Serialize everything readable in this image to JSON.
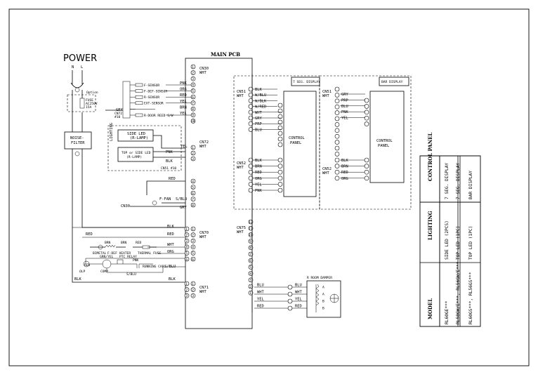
{
  "power": {
    "title": "POWER",
    "n": "N",
    "l": "L",
    "fuse_option": "Option",
    "fuse_label": "FUSE\nAC250V\n15A"
  },
  "noise_filter": "NOISE-\nFILTER",
  "main_pcb": "MAIN PCB",
  "connectors": {
    "cn30": "CN30\nWHT",
    "cn30_ext": "CN30",
    "cn72": "CN72\nWHT",
    "cn72_small": "CN72\n#10",
    "cn51_small": "CN51 #10",
    "cn70": "CN70\nWHT",
    "cn71": "CN71\nWHT",
    "cn75": "CN75\nWHT",
    "cn51_7seg": "CN51\nWHT",
    "cn52_7seg": "CN52\nWHT",
    "cn51_bar": "CN51\nWHT",
    "cn52_bar": "CN52\nWHT"
  },
  "sensors": [
    {
      "wire": "PNK",
      "label": "F-SENSOR"
    },
    {
      "wire": "ORG",
      "label": "F-DEF-SENSOR"
    },
    {
      "wire": "RED",
      "label": "R-SENSOR"
    },
    {
      "wire": "YEL",
      "label": "EXT-SENSOR"
    },
    {
      "wire": "BRN",
      "label": ""
    },
    {
      "wire": "YEL",
      "label": "R-DOOR REED S/W"
    }
  ],
  "gry": "GRY",
  "lighting": {
    "title": "LIGHTING",
    "side_led": "SIDE LED\n(R-LAMP)",
    "top_side_led": "TOP or SIDE LED\n(R-LAMP)",
    "yel": "YEL",
    "pnk": "PNK",
    "blk": "BLK"
  },
  "fan": {
    "red": "RED",
    "label": "F-FAN",
    "s_blu": "S/BLU",
    "gry": "GRY"
  },
  "cn70_wires": [
    "BLK",
    "RED",
    "WHT",
    "ORG",
    "S/BLU"
  ],
  "cn71_wire": "BLK",
  "load_labels": {
    "bimetal": "BIMETAL",
    "heater": "F-DEF HEATER",
    "thermal": "THERMAL FUSE",
    "brn": "BRN",
    "red": "RED",
    "grn_yel": "GRN/YEL",
    "pnk": "PNK",
    "ptc": "PTC RELAY",
    "olp": "OLP",
    "comp": "COMP",
    "running_cap": "RUNNING CAP.",
    "s_blu": "S/BLU"
  },
  "pins": {
    "cn30": [
      "1",
      "2",
      "3",
      "4",
      "5",
      "6",
      "7",
      "8",
      "9",
      "10"
    ],
    "cn72": [
      "1",
      "2",
      "3"
    ],
    "cn72_ext": [
      "4",
      "5",
      "6",
      "7",
      "8"
    ],
    "cn70": [
      "1",
      "2",
      "3",
      "4",
      "5",
      "6"
    ],
    "cn71": [
      "1",
      "2",
      "3"
    ],
    "cn75": [
      "12",
      "11",
      "10",
      "9",
      "8",
      "7",
      "6",
      "5",
      "4",
      "3",
      "2",
      "1"
    ]
  },
  "seg7": {
    "title": "7 SEG. DISPLAY",
    "cn51_wires": [
      "BLK",
      "W/BLU",
      "W/BLK",
      "W/RED",
      "WHT",
      "GRY",
      "PRP",
      "BLU"
    ],
    "cn52_wires": [
      "BLK",
      "BRN",
      "RED",
      "ORG",
      "YEL",
      "PNK"
    ],
    "panel": "CONTROL\nPANEL"
  },
  "bar": {
    "title": "BAR DISPLAY",
    "cn51_wires": [
      "GRY",
      "PRP",
      "BLU",
      "PNK",
      "YEL"
    ],
    "cn52_wires": [
      "BLK",
      "BRN",
      "RED",
      "ORG"
    ],
    "panel": "CONTROL\nPANEL"
  },
  "damper": {
    "title": "R ROOM DAMPER",
    "wires": [
      "BLU",
      "WHT",
      "YEL",
      "RED"
    ],
    "labels": [
      "A",
      "A",
      "B",
      "B"
    ]
  },
  "table": {
    "headers": [
      "MODEL",
      "LIGHTING",
      "CONTROL PANEL"
    ],
    "rows": [
      [
        "RL60GE***",
        "SIDE LED (2PCS)",
        "7 SEG. DISPLAY"
      ],
      [
        "RL58GW/E***, RL56GW/E***",
        "TOP LED (1PC)",
        "7 SEG. DISPLAY"
      ],
      [
        "RL60GS***, RL56GS***",
        "TOP LED (1PC)",
        "BAR DISPLAY"
      ]
    ]
  }
}
